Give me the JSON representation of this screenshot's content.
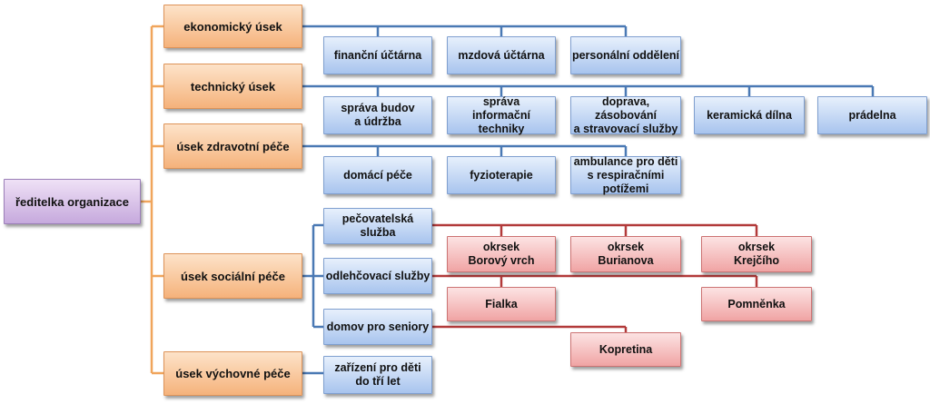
{
  "root": {
    "label": "ředitelka organizace"
  },
  "departments": [
    {
      "label": "ekonomický úsek"
    },
    {
      "label": "technický úsek"
    },
    {
      "label": "úsek zdravotní péče"
    },
    {
      "label": "úsek sociální péče"
    },
    {
      "label": "úsek výchovné péče"
    }
  ],
  "units": [
    {
      "label": "finanční účtárna"
    },
    {
      "label": "mzdová účtárna"
    },
    {
      "label": "personální oddělení"
    },
    {
      "label": "správa budov\na údržba"
    },
    {
      "label": "správa\ninformační techniky"
    },
    {
      "label": "doprava, zásobování\na stravovací služby"
    },
    {
      "label": "keramická dílna"
    },
    {
      "label": "prádelna"
    },
    {
      "label": "domácí péče"
    },
    {
      "label": "fyzioterapie"
    },
    {
      "label": "ambulance pro děti\ns respiračními potížemi"
    },
    {
      "label": "pečovatelská služba"
    },
    {
      "label": "odlehčovací služby"
    },
    {
      "label": "domov pro seniory"
    },
    {
      "label": "zařízení pro děti\ndo tří let"
    }
  ],
  "subunits": [
    {
      "label": "okrsek\nBorový vrch"
    },
    {
      "label": "okrsek\nBurianova"
    },
    {
      "label": "okrsek\nKrejčího"
    },
    {
      "label": "Fialka"
    },
    {
      "label": "Pomněnka"
    },
    {
      "label": "Kopretina"
    }
  ],
  "colors": {
    "orange_line": "#f0a55c",
    "blue_line": "#4a79b4",
    "red_line": "#b23a3a"
  }
}
